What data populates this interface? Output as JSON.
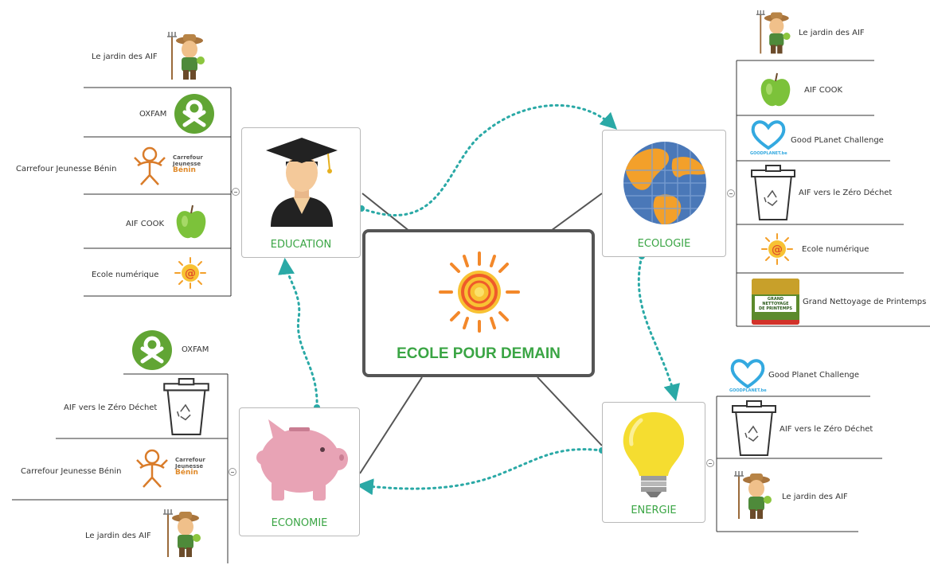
{
  "center": {
    "title": "ECOLE POUR DEMAIN",
    "icon": "sun-icon"
  },
  "branches": {
    "education": {
      "label": "EDUCATION",
      "icon": "graduate-icon",
      "leaves": [
        {
          "label": "Le jardin des AIF",
          "icon": "gardener-icon"
        },
        {
          "label": "OXFAM",
          "icon": "oxfam-logo-icon"
        },
        {
          "label": "Carrefour Jeunesse Bénin",
          "icon": "carrefour-jeunesse-logo-icon"
        },
        {
          "label": "AIF COOK",
          "icon": "apple-icon"
        },
        {
          "label": "Ecole numérique",
          "icon": "at-sun-icon"
        }
      ]
    },
    "ecologie": {
      "label": "ECOLOGIE",
      "icon": "globe-icon",
      "leaves": [
        {
          "label": "Le jardin des AIF",
          "icon": "gardener-icon"
        },
        {
          "label": "AIF COOK",
          "icon": "apple-icon"
        },
        {
          "label": "Good PLanet Challenge",
          "icon": "goodplanet-heart-icon"
        },
        {
          "label": "AIF vers le Zéro Déchet",
          "icon": "recycle-bin-icon"
        },
        {
          "label": "Ecole numérique",
          "icon": "at-sun-icon"
        },
        {
          "label": "Grand Nettoyage de Printemps",
          "icon": "grand-nettoyage-poster-icon"
        }
      ]
    },
    "economie": {
      "label": "ECONOMIE",
      "icon": "piggy-bank-icon",
      "leaves": [
        {
          "label": "OXFAM",
          "icon": "oxfam-logo-icon"
        },
        {
          "label": "AIF vers le Zéro Déchet",
          "icon": "recycle-bin-icon"
        },
        {
          "label": "Carrefour Jeunesse Bénin",
          "icon": "carrefour-jeunesse-logo-icon"
        },
        {
          "label": "Le jardin des AIF",
          "icon": "gardener-icon"
        }
      ]
    },
    "energie": {
      "label": "ENERGIE",
      "icon": "light-bulb-icon",
      "leaves": [
        {
          "label": "Good Planet Challenge",
          "icon": "goodplanet-heart-icon"
        },
        {
          "label": "AIF vers le Zéro Déchet",
          "icon": "recycle-bin-icon"
        },
        {
          "label": "Le jardin des AIF",
          "icon": "gardener-icon"
        }
      ]
    }
  },
  "logo_text": {
    "carrefour": [
      "Carrefour",
      "Jeunesse",
      "Bénin"
    ],
    "goodplanet": "GOODPLANET.be",
    "grand_nettoyage": [
      "GRAND",
      "NETTOYAGE",
      "DE PRINTEMPS"
    ]
  },
  "colors": {
    "accent_green": "#3aa544",
    "connector_teal": "#2aa9a6",
    "branch_line": "#555555",
    "oxfam_green": "#61a534",
    "piggy_pink": "#e8a3b5",
    "bulb_yellow": "#f5dd30",
    "globe_blue": "#4a78b8",
    "globe_orange": "#f3a02a"
  }
}
